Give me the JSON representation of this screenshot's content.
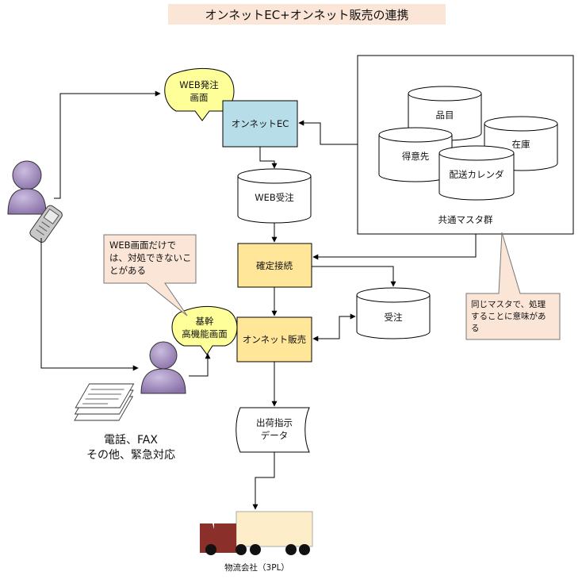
{
  "title": "オンネットEC+オンネット販売の連携",
  "nodes": {
    "web_order_screen": [
      "WEB発注",
      "画面"
    ],
    "onnet_ec": "オンネットEC",
    "web_order_received": "WEB受注",
    "confirm_connection": "確定接続",
    "onnet_sales": "オンネット販売",
    "orders": "受注",
    "core_screen": [
      "基幹",
      "高機能画面"
    ],
    "shipping_data": [
      "出荷指示",
      "データ"
    ],
    "logistics": "物流会社（3PL）"
  },
  "master_group": {
    "label": "共通マスタ群",
    "items": [
      "品目",
      "得意先",
      "在庫",
      "配送カレンダ"
    ]
  },
  "callouts": {
    "web_only": [
      "WEB画面だけで",
      "は、対処できないこ",
      "とがある"
    ],
    "same_master": [
      "同じマスタで、処理",
      "することに意味があ",
      "る"
    ]
  },
  "phone_caption": [
    "電話、FAX",
    "その他、緊急対応"
  ],
  "colors": {
    "title_bg": "#fbe5d6",
    "ec_fill": "#b7dee8",
    "process_fill": "#ffe699",
    "speech_fill": "#ffff99",
    "callout_fill": "#fbe5d6",
    "person_fill": "#9e88b8",
    "truck_body": "#fdeec9",
    "truck_cab": "#8b2f2b"
  }
}
